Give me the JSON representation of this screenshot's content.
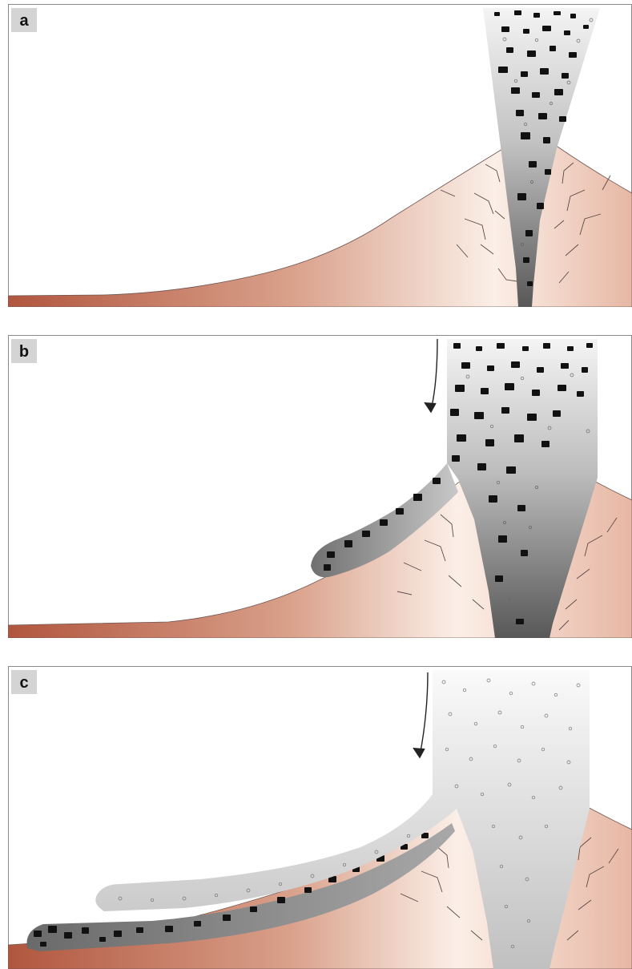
{
  "panels": [
    {
      "label": "a"
    },
    {
      "label": "b"
    },
    {
      "label": "c"
    }
  ],
  "colors": {
    "ground_dark": "#b1563e",
    "ground_light": "#fbede4",
    "column_dark": "#5a5a5a",
    "column_light": "#e8e8e8",
    "clast": "#111111",
    "frame": "#8a8a8a"
  }
}
